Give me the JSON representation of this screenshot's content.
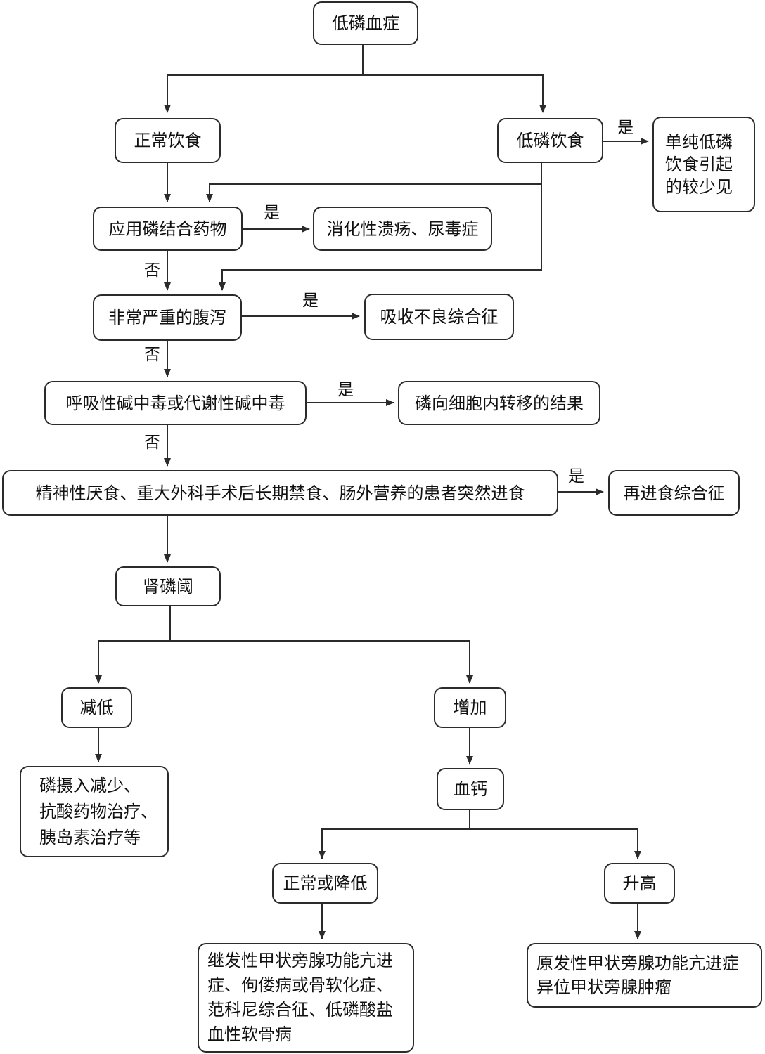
{
  "nodes": {
    "hypophosphatemia": "低磷血症",
    "normal_diet": "正常饮食",
    "low_phos_diet": "低磷饮食",
    "simple_low_phos": [
      "单纯低磷",
      "饮食引起",
      "的较少见"
    ],
    "phos_binder": "应用磷结合药物",
    "gi_ulcer_uremia": "消化性溃疡、尿毒症",
    "severe_diarrhea": "非常严重的腹泻",
    "malabsorption": "吸收不良综合征",
    "alkalosis": "呼吸性碱中毒或代谢性碱中毒",
    "intracellular_shift": "磷向细胞内转移的结果",
    "refeeding_condition": "精神性厌食、重大外科手术后长期禁食、肠外营养的患者突然进食",
    "refeeding_syndrome": "再进食综合征",
    "renal_threshold": "肾磷阈",
    "decreased": "减低",
    "decreased_causes": [
      "磷摄入减少、",
      "抗酸药物治疗、",
      "胰岛素治疗等"
    ],
    "increased": "增加",
    "blood_calcium": "血钙",
    "normal_or_low": "正常或降低",
    "secondary_causes": [
      "继发性甲状旁腺功能亢进",
      "症、佝偻病或骨软化症、",
      "范科尼综合征、低磷酸盐",
      "血性软骨病"
    ],
    "elevated": "升高",
    "primary_causes": [
      "原发性甲状旁腺功能亢进症",
      "异位甲状旁腺肿瘤"
    ]
  },
  "labels": {
    "yes": "是",
    "no": "否"
  },
  "colors": {
    "line": "#2b2b2b",
    "border": "#2b2b2b"
  }
}
